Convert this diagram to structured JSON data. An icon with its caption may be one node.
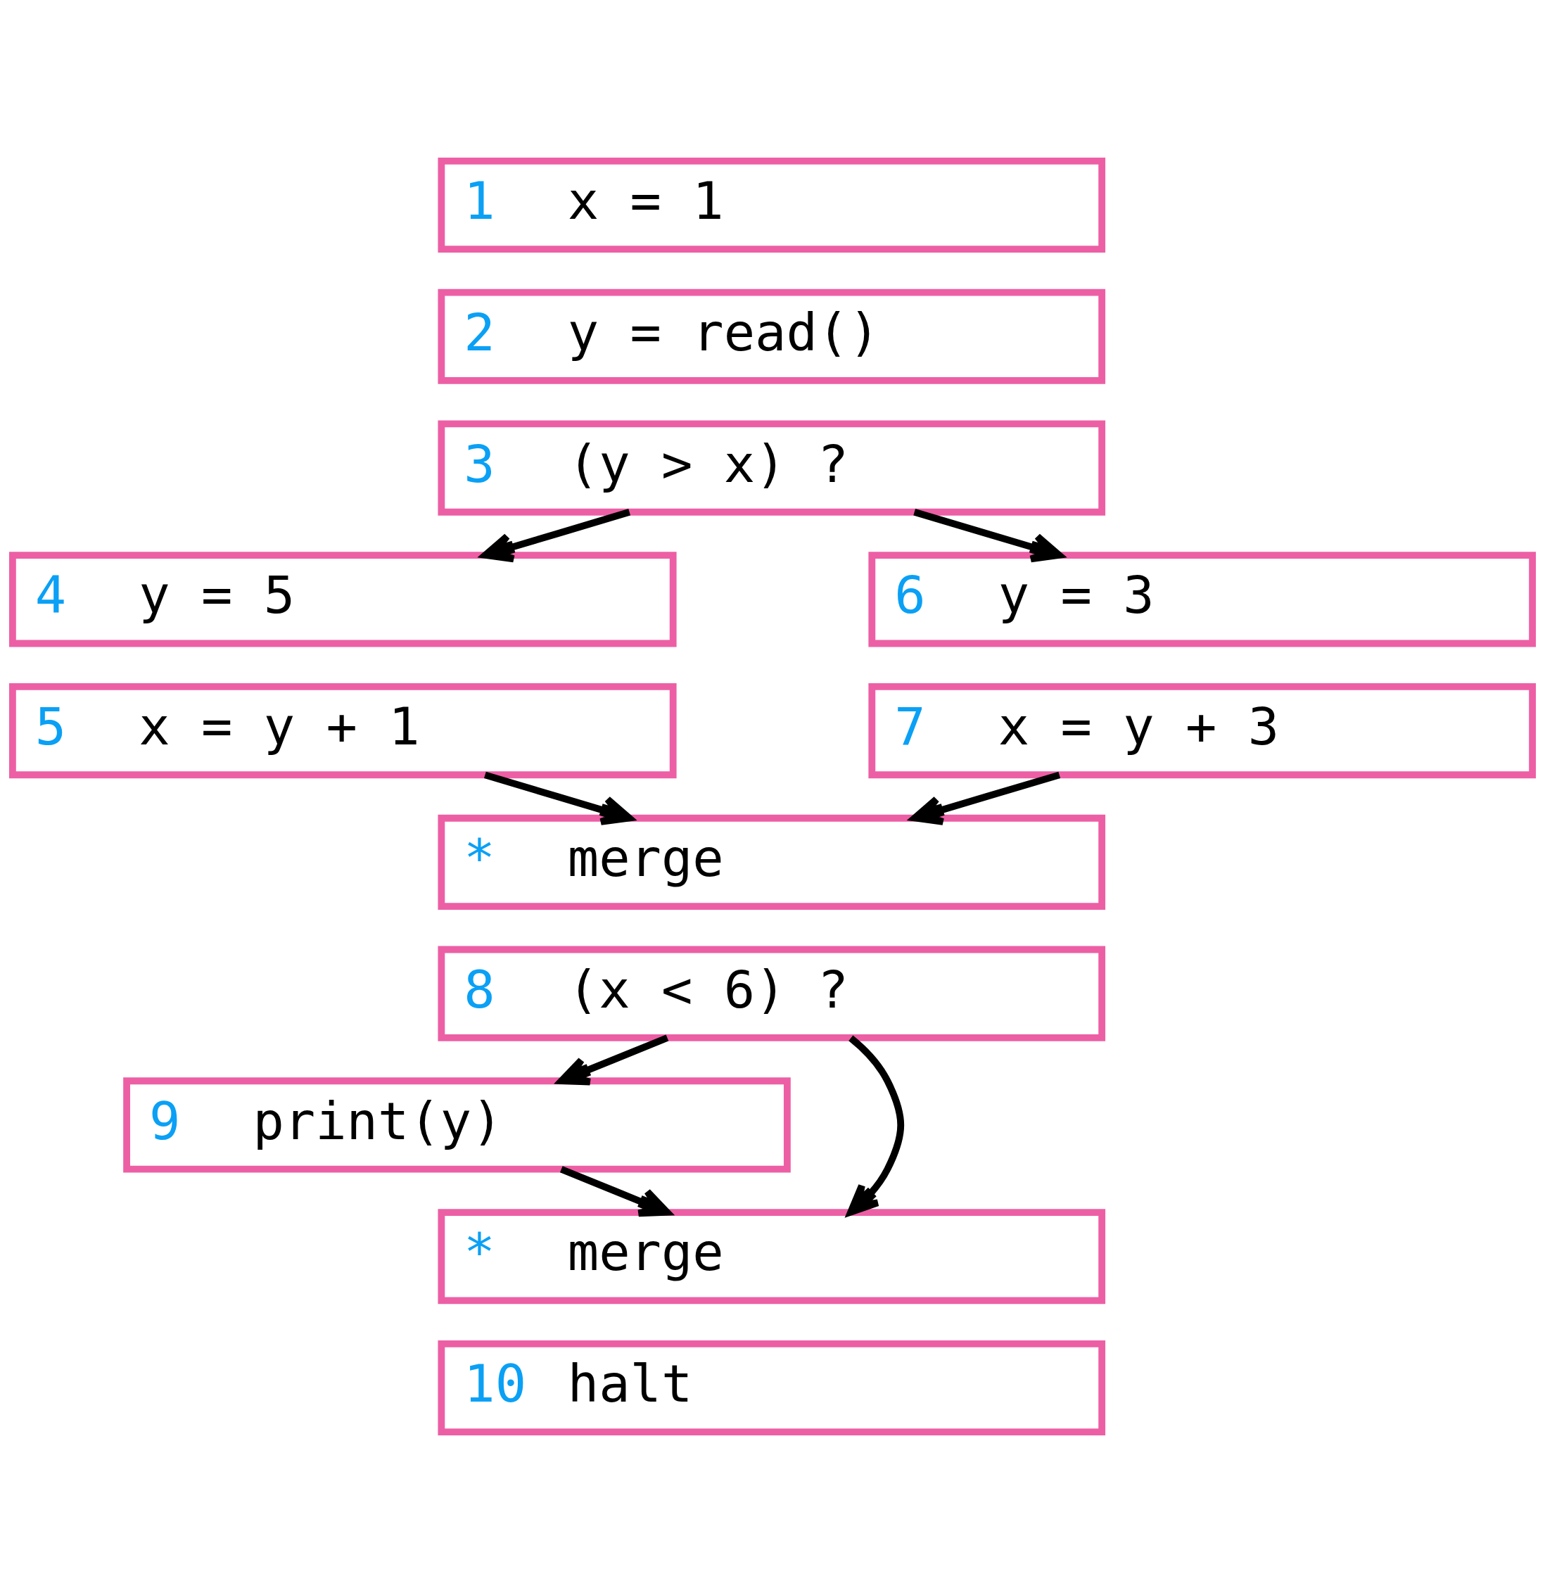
{
  "diagram": {
    "nodes": [
      {
        "text": [
          "1",
          "x = 1"
        ]
      },
      {
        "text": [
          "2",
          "y = read()"
        ]
      },
      {
        "text": [
          "3",
          "(y > x) ?"
        ]
      },
      {
        "text": [
          "4",
          "y = 5"
        ]
      },
      {
        "text": [
          "5",
          "x = y + 1"
        ]
      },
      {
        "text": [
          "6",
          "y = 3"
        ]
      },
      {
        "text": [
          "7",
          "x = y + 3"
        ]
      },
      {
        "text": [
          "*",
          "merge"
        ]
      },
      {
        "text": [
          "8",
          "(x < 6) ?"
        ]
      },
      {
        "text": [
          "9",
          "print(y)"
        ]
      },
      {
        "text": [
          "*",
          "merge"
        ]
      },
      {
        "text": [
          "10",
          "halt"
        ]
      }
    ],
    "edges": [
      {
        "from": 2,
        "to": 3,
        "arrow": "to"
      },
      {
        "from": 2,
        "to": 5,
        "arrow": "to"
      },
      {
        "from": 4,
        "to": 7,
        "arrow": "to"
      },
      {
        "from": 6,
        "to": 7,
        "arrow": "to"
      },
      {
        "from": 8,
        "to": 9,
        "arrow": "to"
      },
      {
        "from": 8,
        "to": 10,
        "arrow": "to"
      },
      {
        "from": 9,
        "to": 10,
        "arrow": "to"
      }
    ]
  }
}
